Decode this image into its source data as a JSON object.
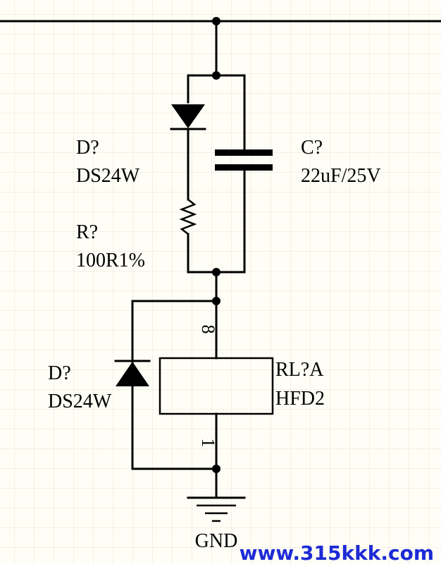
{
  "components": {
    "diode_top": {
      "designator": "D?",
      "value": "DS24W"
    },
    "capacitor": {
      "designator": "C?",
      "value": "22uF/25V"
    },
    "resistor": {
      "designator": "R?",
      "value": "100R1%"
    },
    "diode_bottom": {
      "designator": "D?",
      "value": "DS24W"
    },
    "relay": {
      "designator": "RL?A",
      "value": "HFD2",
      "pin_top": "8",
      "pin_bottom": "1"
    },
    "ground": {
      "label": "GND"
    }
  },
  "watermark": "www.315kkk.com"
}
